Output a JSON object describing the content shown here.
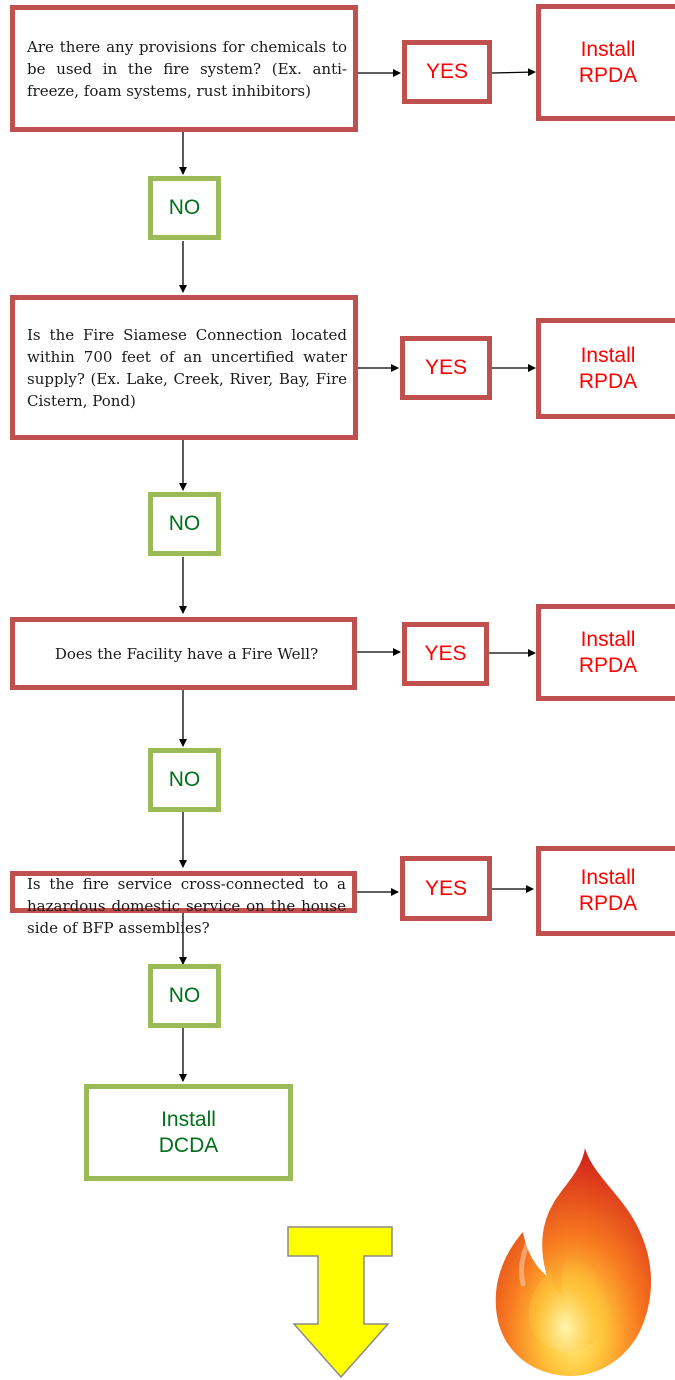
{
  "diagram": {
    "questions": [
      {
        "text": "Are there any provisions for chemicals to be used in the fire system? (Ex. anti-freeze, foam systems, rust inhibitors)"
      },
      {
        "text": "Is the Fire Siamese Connection located within 700 feet of an uncertified water supply? (Ex. Lake, Creek, River, Bay, Fire Cistern, Pond)"
      },
      {
        "text": "Does the Facility have a Fire Well?"
      },
      {
        "text": "Is the fire service cross-connected to a hazardous domestic service on the house side of BFP assemblies?"
      }
    ],
    "yes_label": "YES",
    "no_label": "NO",
    "rpda": {
      "line1": "Install",
      "line2": "RPDA"
    },
    "dcda": {
      "line1": "Install",
      "line2": "DCDA"
    }
  },
  "colors": {
    "question_border": "#c0504d",
    "yes_text": "#ff0000",
    "no_border": "#9bbb59",
    "no_text": "#00701a",
    "down_arrow": "#ffff00",
    "flame": "#f15a24"
  },
  "icons": [
    "down-arrow-icon",
    "flame-icon"
  ]
}
